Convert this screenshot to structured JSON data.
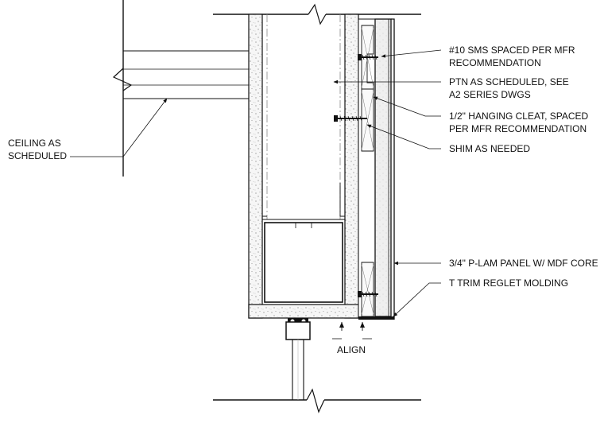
{
  "labels": {
    "ceiling_line1": "CEILING AS",
    "ceiling_line2": "SCHEDULED",
    "sms_line1": "#10 SMS SPACED PER MFR",
    "sms_line2": "RECOMMENDATION",
    "ptn_line1": "PTN AS SCHEDULED, SEE",
    "ptn_line2": "A2 SERIES DWGS",
    "cleat_line1": "1/2\" HANGING CLEAT, SPACED",
    "cleat_line2": "PER MFR RECOMMENDATION",
    "shim": "SHIM AS NEEDED",
    "panel": "3/4\" P-LAM PANEL W/ MDF CORE",
    "trim": "T TRIM REGLET MOLDING",
    "align": "ALIGN"
  },
  "colors": {
    "line": "#111111",
    "concrete_fill": "#f4f4f4",
    "panel_fill": "#ececec",
    "background": "#ffffff"
  }
}
